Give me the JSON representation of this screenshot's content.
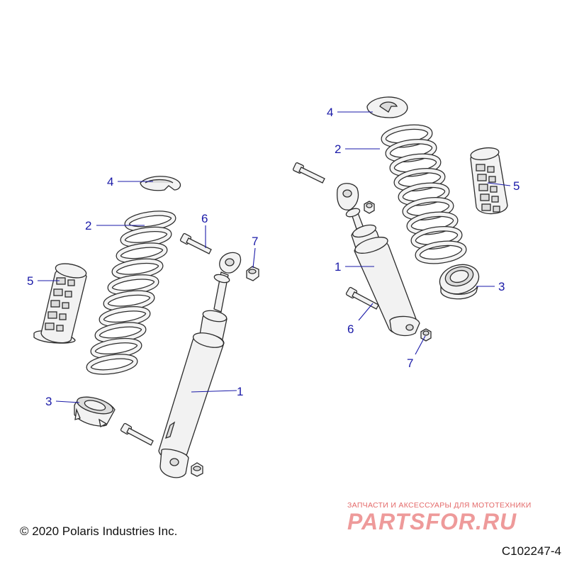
{
  "callouts": {
    "left": {
      "shock": "1",
      "spring": "2",
      "spring_seat": "3",
      "retainer": "4",
      "bumper_sleeve": "5",
      "bolt": "6",
      "nut": "7"
    },
    "right": {
      "shock": "1",
      "spring": "2",
      "spring_seat": "3",
      "retainer": "4",
      "bumper_sleeve": "5",
      "bolt": "6",
      "nut": "7"
    }
  },
  "footer": {
    "copyright": "© 2020 Polaris Industries Inc.",
    "figure_id": "C102247-4"
  },
  "watermark": {
    "tagline": "ЗАПЧАСТИ И АКСЕССУАРЫ ДЛЯ МОТОТЕХНИКИ",
    "brand": "PARTSFOR.RU"
  },
  "colors": {
    "callout": "#1a1aa8",
    "line": "#2b2b2b",
    "watermark": "#ee9a9a"
  }
}
